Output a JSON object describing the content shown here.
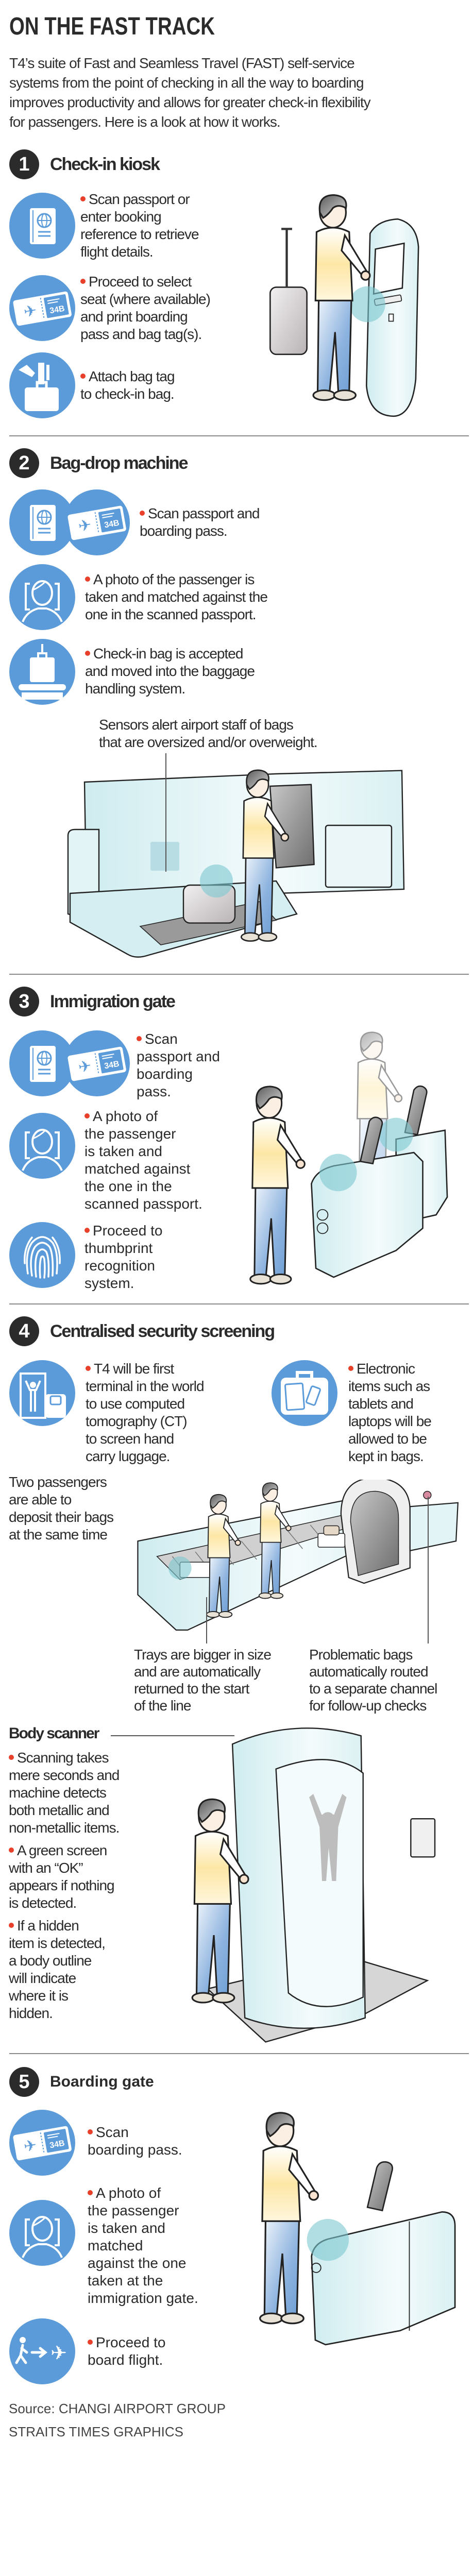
{
  "title": "ON THE FAST TRACK",
  "intro": "T4’s suite of Fast and Seamless Travel (FAST) self-service\nsystems from the point of checking in all the way to boarding\nimproves productivity and allows for greater check-in flexibility\nfor passengers. Here is a look at how it works.",
  "icon_seat_label": "34B",
  "colors": {
    "icon_blue": "#5b9bd9",
    "bullet_red": "#e8402a",
    "number_badge": "#2b2b2b",
    "highlight_teal": "#7cc8d0"
  },
  "sections": [
    {
      "number": "1",
      "title": "Check-in kiosk",
      "bullets": [
        "Scan passport or\nenter booking\nreference to retrieve\nflight details.",
        "Proceed to select\nseat (where available)\nand print boarding\npass and bag tag(s).",
        "Attach bag tag\nto check-in bag."
      ]
    },
    {
      "number": "2",
      "title": "Bag-drop machine",
      "bullets": [
        "Scan passport and\nboarding pass.",
        "A photo of the passenger is\ntaken and matched against the\none in the scanned passport.",
        "Check-in bag is accepted\nand moved into the baggage\nhandling system."
      ],
      "callout": "Sensors alert airport staff of bags\nthat are oversized and/or overweight."
    },
    {
      "number": "3",
      "title": "Immigration gate",
      "bullets": [
        "Scan\npassport and\nboarding\npass.",
        "A photo of\nthe passenger\nis taken and\nmatched against\nthe one in the\nscanned passport.",
        "Proceed to\nthumbprint\nrecognition\nsystem."
      ]
    },
    {
      "number": "4",
      "title": "Centralised security screening",
      "bullets": [
        "T4 will be first\nterminal in the world\nto use computed\ntomography (CT)\nto screen hand\ncarry luggage.",
        "Electronic\nitems such as\ntablets and\nlaptops will be\nallowed to be\nkept in bags."
      ],
      "callouts": [
        "Two passengers\nare able to\ndeposit their bags\nat the same time",
        "Trays are bigger in size\nand are automatically\nreturned to the start\nof the line",
        "Problematic bags\nautomatically routed\nto a separate channel\nfor follow-up checks"
      ],
      "body_scanner": {
        "title": "Body scanner",
        "bullets": [
          "Scanning takes\nmere seconds and\nmachine detects\nboth metallic and\nnon-metallic items.",
          "A green screen\nwith an “OK”\nappears if nothing\nis detected.",
          "If a hidden\nitem is detected,\na body outline\nwill indicate\nwhere it is\nhidden."
        ]
      }
    },
    {
      "number": "5",
      "title": "Boarding gate",
      "bullets": [
        "Scan\nboarding pass.",
        "A photo of\nthe passenger\nis taken and\nmatched\nagainst the one\ntaken at the\nimmigration gate.",
        "Proceed to\nboard flight."
      ]
    }
  ],
  "footer": {
    "source": "Source: CHANGI AIRPORT GROUP",
    "credit": "STRAITS TIMES GRAPHICS"
  }
}
